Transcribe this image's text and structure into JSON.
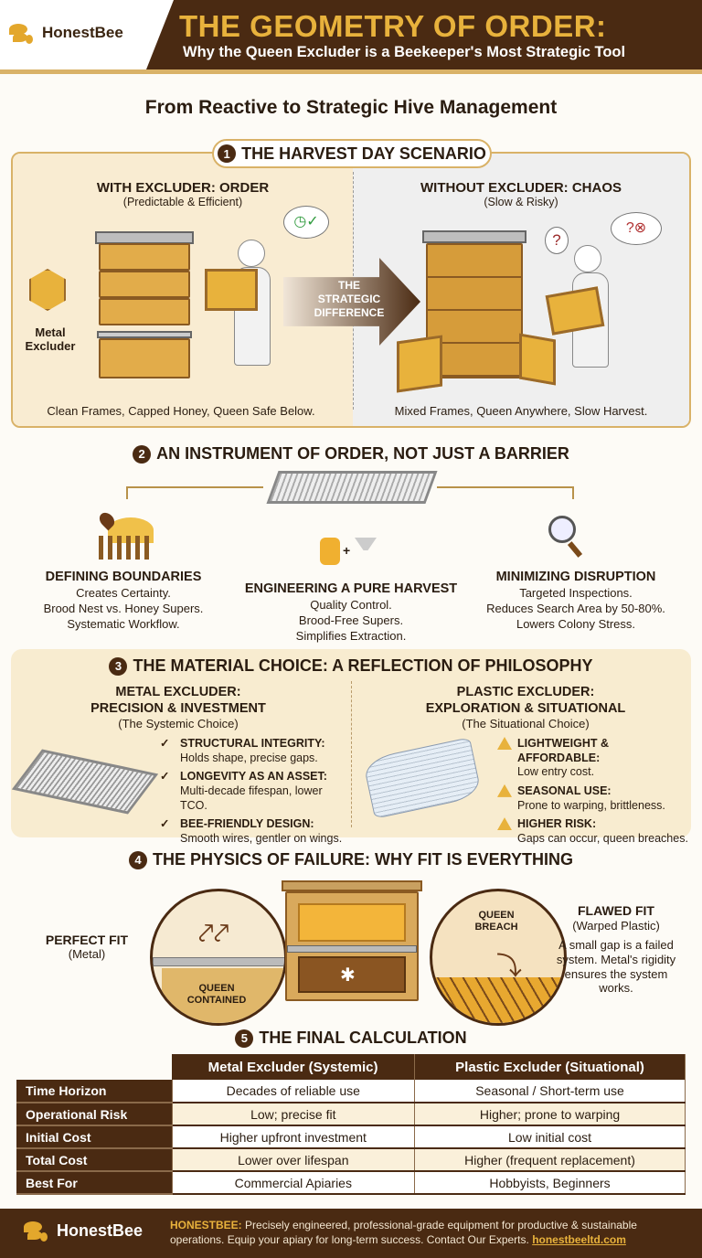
{
  "header": {
    "brand": "HonestBee",
    "title": "THE GEOMETRY OF ORDER:",
    "subtitle": "Why the Queen Excluder is a Beekeeper's Most Strategic Tool"
  },
  "tagline": "From Reactive to Strategic Hive Management",
  "section1": {
    "number": "1",
    "title": "THE HARVEST DAY SCENARIO",
    "left": {
      "heading": "WITH EXCLUDER: ORDER",
      "sub": "(Predictable & Efficient)",
      "label": "Metal Excluder",
      "caption": "Clean Frames, Capped Honey, Queen Safe Below."
    },
    "arrow": "THE STRATEGIC DIFFERENCE",
    "right": {
      "heading": "WITHOUT EXCLUDER: CHAOS",
      "sub": "(Slow & Risky)",
      "caption": "Mixed Frames, Queen Anywhere, Slow Harvest."
    }
  },
  "section2": {
    "number": "2",
    "title": "AN INSTRUMENT OF ORDER, NOT JUST A BARRIER",
    "columns": [
      {
        "heading": "DEFINING BOUNDARIES",
        "lines": [
          "Creates Certainty.",
          "Brood Nest vs. Honey Supers.",
          "Systematic Workflow."
        ],
        "icon": "fence-location-icon"
      },
      {
        "heading": "ENGINEERING A PURE HARVEST",
        "lines": [
          "Quality Control.",
          "Brood-Free Supers.",
          "Simplifies Extraction."
        ],
        "icon": "honey-jar-funnel-icon"
      },
      {
        "heading": "MINIMIZING DISRUPTION",
        "lines": [
          "Targeted Inspections.",
          "Reduces Search Area by 50-80%.",
          "Lowers Colony Stress."
        ],
        "icon": "magnifier-bee-icon"
      }
    ]
  },
  "section3": {
    "number": "3",
    "title": "THE MATERIAL CHOICE: A REFLECTION OF PHILOSOPHY",
    "metal": {
      "heading1": "METAL EXCLUDER:",
      "heading2": "PRECISION & INVESTMENT",
      "sub": "(The Systemic Choice)",
      "items": [
        {
          "title": "STRUCTURAL INTEGRITY:",
          "text": "Holds shape, precise gaps."
        },
        {
          "title": "LONGEVITY AS AN ASSET:",
          "text": "Multi-decade fifespan, lower TCO."
        },
        {
          "title": "BEE-FRIENDLY DESIGN:",
          "text": "Smooth wires, gentler on wings."
        }
      ]
    },
    "plastic": {
      "heading1": "PLASTIC EXCLUDER:",
      "heading2": "EXPLORATION & SITUATIONAL",
      "sub": "(The Situational Choice)",
      "items": [
        {
          "title": "LIGHTWEIGHT & AFFORDABLE:",
          "text": "Low entry cost."
        },
        {
          "title": "SEASONAL USE:",
          "text": "Prone to warping, brittleness."
        },
        {
          "title": "HIGHER RISK:",
          "text": "Gaps can occur, queen breaches."
        }
      ]
    }
  },
  "section4": {
    "number": "4",
    "title": "THE PHYSICS OF FAILURE: WHY FIT IS EVERYTHING",
    "perfect": {
      "heading": "PERFECT FIT",
      "sub": "(Metal)",
      "callout": "QUEEN CONTAINED"
    },
    "flawed": {
      "heading": "FLAWED FIT",
      "sub": "(Warped Plastic)",
      "text": "A small gap is a failed system. Metal's rigidity ensures the system works.",
      "callout": "QUEEN BREACH"
    }
  },
  "section5": {
    "number": "5",
    "title": "THE FINAL CALCULATION",
    "columns": [
      "Metal Excluder (Systemic)",
      "Plastic Excluder (Situational)"
    ],
    "rows": [
      {
        "label": "Time Horizon",
        "metal": "Decades of reliable use",
        "plastic": "Seasonal / Short-term use"
      },
      {
        "label": "Operational Risk",
        "metal": "Low; precise fit",
        "plastic": "Higher; prone to warping"
      },
      {
        "label": "Initial Cost",
        "metal": "Higher upfront investment",
        "plastic": "Low initial cost"
      },
      {
        "label": "Total Cost",
        "metal": "Lower over lifespan",
        "plastic": "Higher (frequent replacement)"
      },
      {
        "label": "Best For",
        "metal": "Commercial Apiaries",
        "plastic": "Hobbyists, Beginners"
      }
    ]
  },
  "footer": {
    "brand": "HonestBee",
    "lead": "HONESTBEE:",
    "text": "Precisely engineered, professional-grade equipment for productive & sustainable operations. Equip your apiary for long-term success. Contact Our Experts.",
    "link": "honestbeeltd.com"
  },
  "colors": {
    "brown": "#4a2a12",
    "gold": "#e8b23c",
    "cream": "#f8ecd0",
    "accent_line": "#d9b268"
  }
}
